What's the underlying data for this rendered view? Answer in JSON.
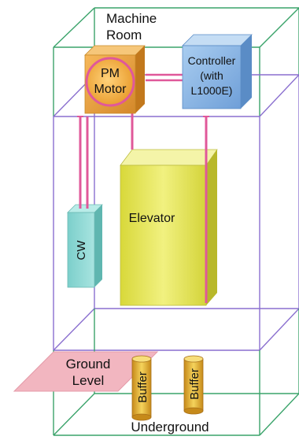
{
  "labels": {
    "machine_room_line1": "Machine",
    "machine_room_line2": "Room",
    "pm_motor_line1": "PM",
    "pm_motor_line2": "Motor",
    "controller_line1": "Controller",
    "controller_line2": "(with",
    "controller_line3": "L1000E)",
    "elevator": "Elevator",
    "counterweight": "CW",
    "ground_level_line1": "Ground",
    "ground_level_line2": "Level",
    "buffer_left": "Buffer",
    "buffer_right": "Buffer",
    "underground": "Underground"
  },
  "colors": {
    "outline_green": "#3aa36a",
    "outline_purple": "#8a6fcf",
    "rope_pink": "#e0589a",
    "motor_orange": "#f2a93b",
    "controller_blue": "#8ab4e0",
    "elevator_yellow": "#e8e85a",
    "counterweight_teal": "#8ed8d4",
    "ground_pink": "#f2b6c0",
    "buffer_gold": "#e8b834"
  }
}
